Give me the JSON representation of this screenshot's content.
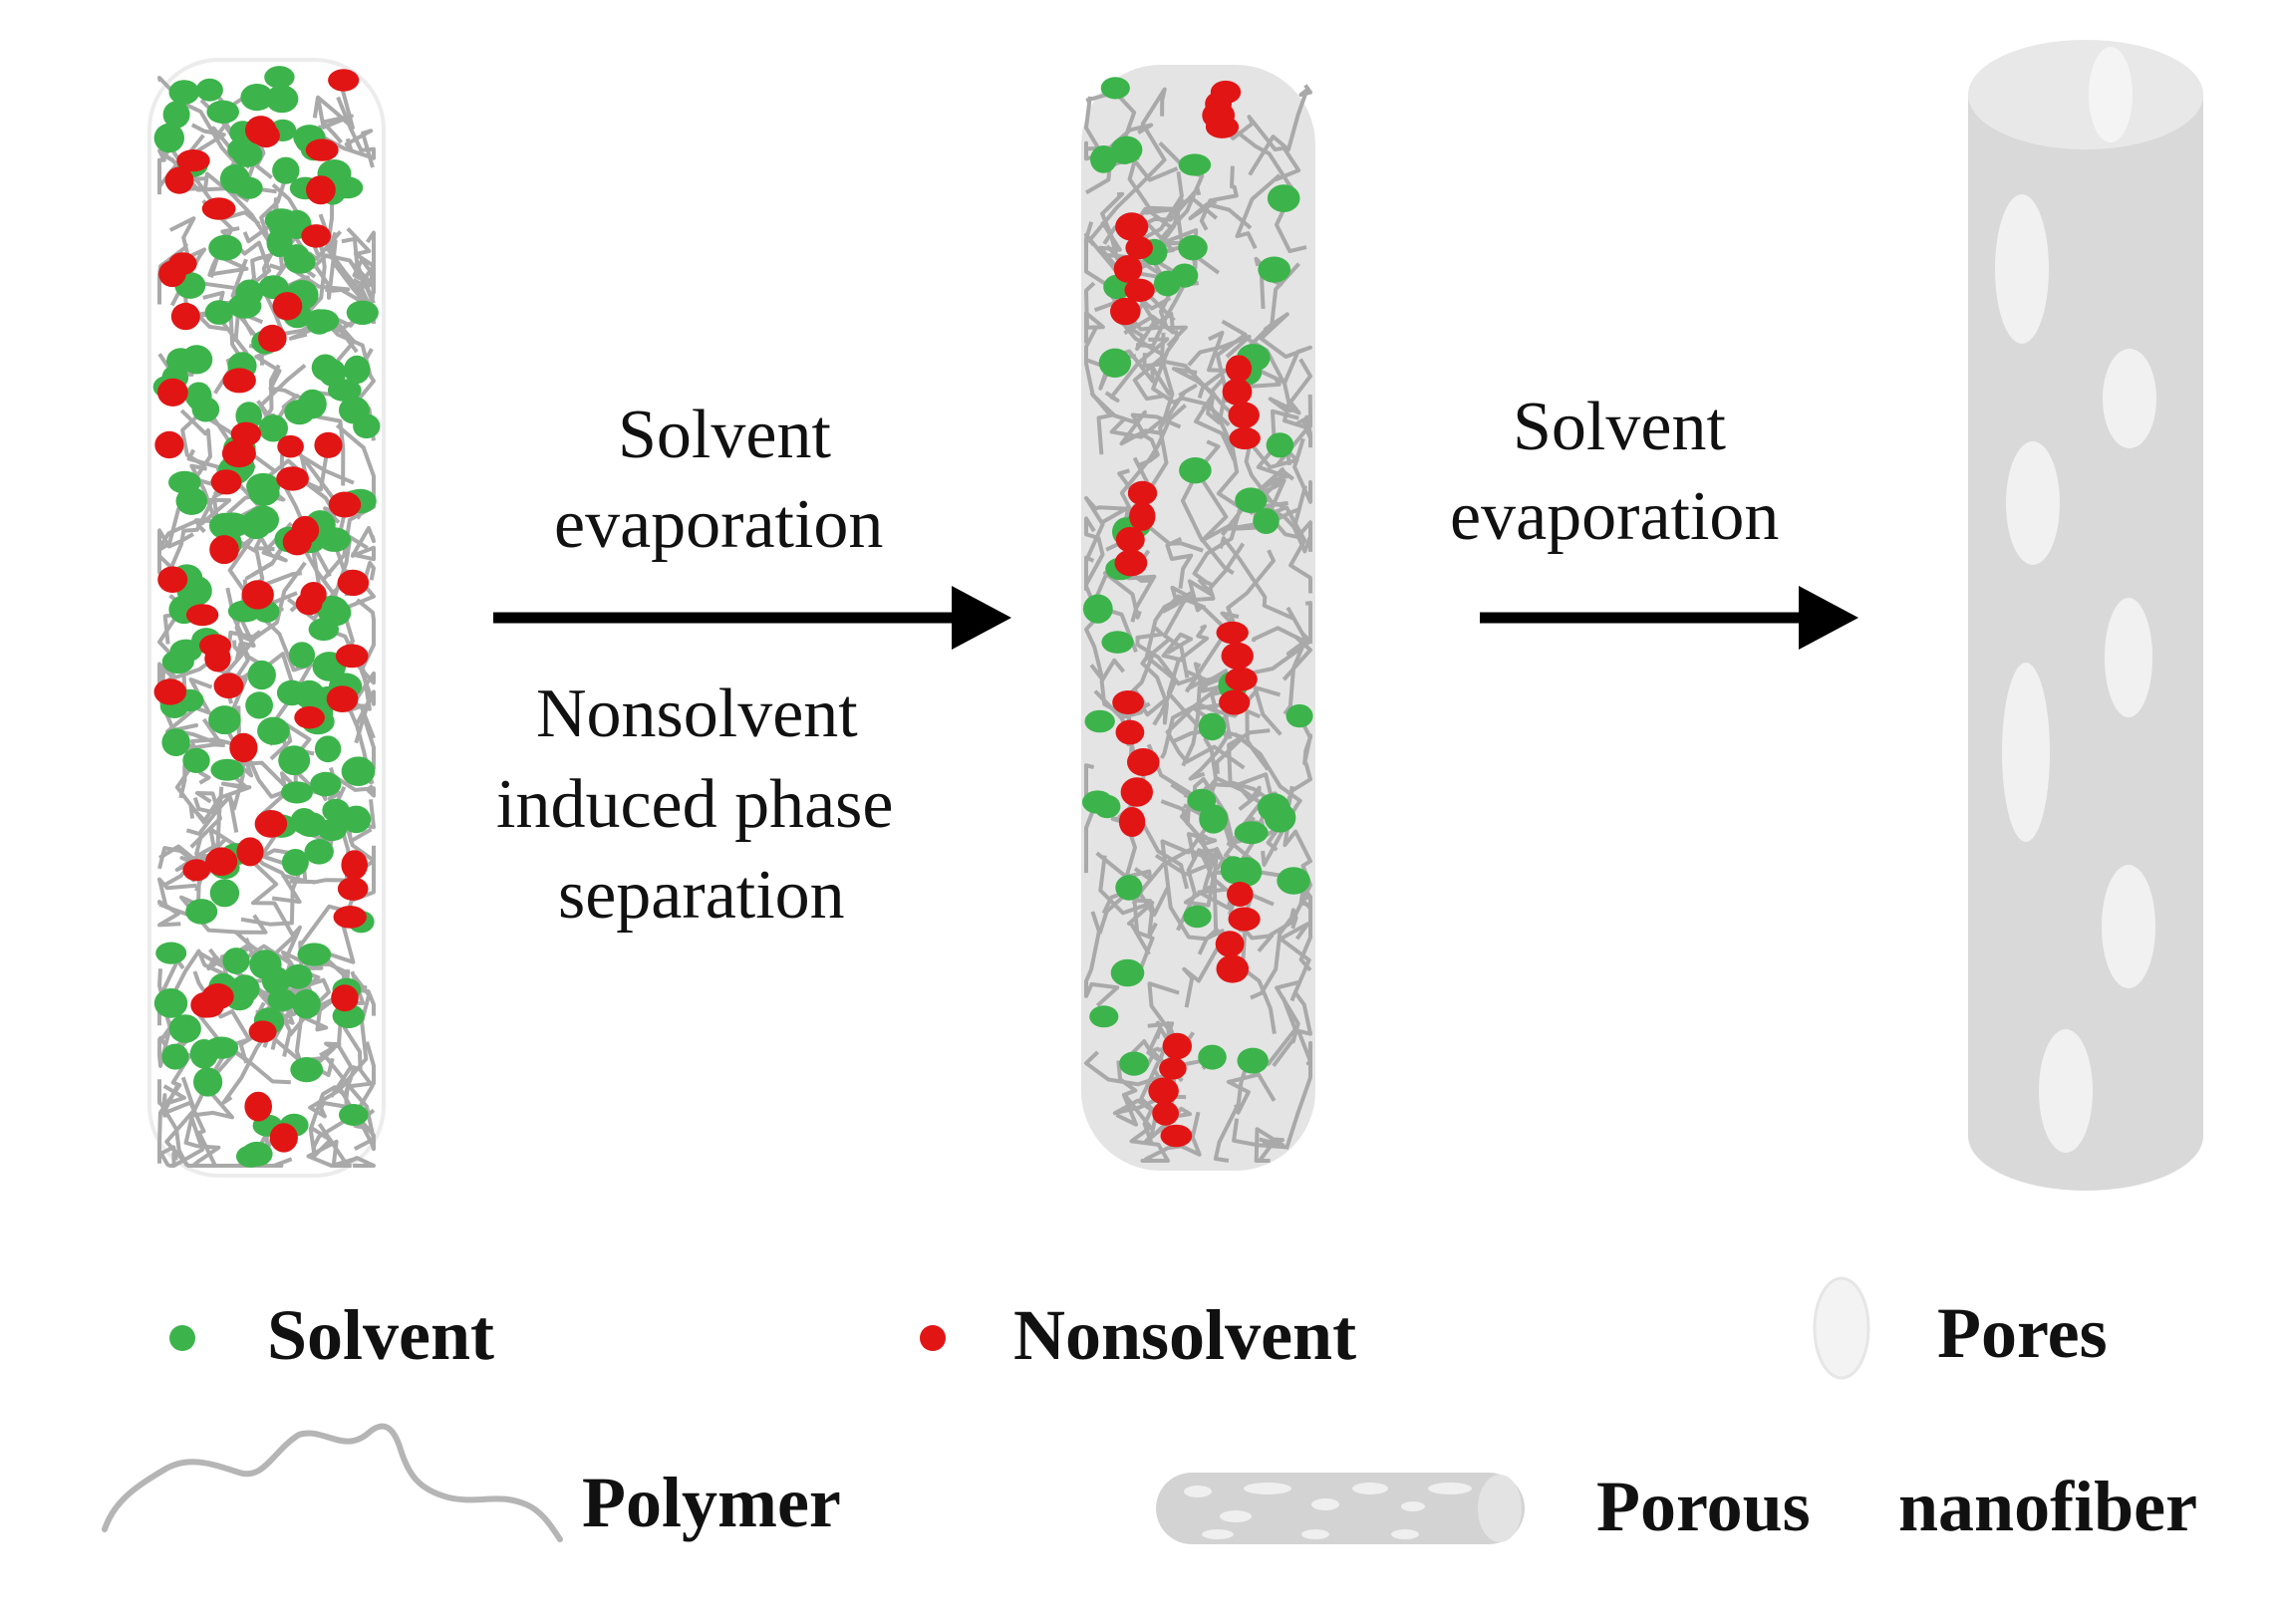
{
  "steps": [
    {
      "top": "Solvent",
      "top2": "evaporation",
      "bottom": [
        "Nonsolvent",
        "induced phase",
        "separation"
      ]
    },
    {
      "top": "Solvent",
      "top2": "evaporation"
    }
  ],
  "legend": {
    "solvent": "Solvent",
    "nonsolvent": "Nonsolvent",
    "pores": "Pores",
    "polymer": "Polymer",
    "porous_nanofiber_a": "Porous",
    "porous_nanofiber_b": "nanofiber"
  },
  "colors": {
    "solvent": "#3cb44b",
    "nonsolvent": "#e21515",
    "polymer": "#a9a9a9",
    "fiber": "#d9d9d9",
    "pore": "#f1f1f1",
    "arrow": "#000000"
  },
  "icons": [
    "solvent-dot-icon",
    "nonsolvent-dot-icon",
    "pore-icon",
    "polymer-chain-icon",
    "porous-nanofiber-icon",
    "right-arrow-icon"
  ]
}
